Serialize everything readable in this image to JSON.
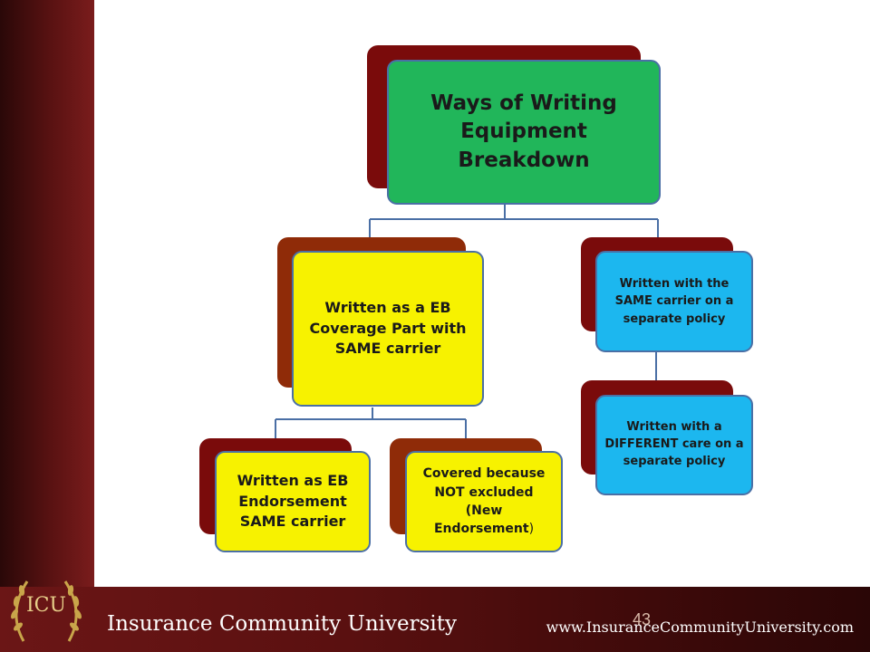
{
  "diagram": {
    "root": "Ways of Writing Equipment Breakdown",
    "left_branch": "Written as a EB Coverage Part with  SAME carrier",
    "left_child_1": "Written as EB Endorsement SAME carrier",
    "left_child_2_main": "Covered because NOT excluded (New Endorsement",
    "left_child_2_end": ")",
    "right_branch": "Written with the SAME carrier on a separate policy",
    "right_child": "Written with a DIFFERENT care on a separate policy"
  },
  "footer": {
    "left_text": "Insurance Community University",
    "right_text": "www.InsuranceCommunityUniversity.com",
    "slide_number": "43"
  },
  "logo": {
    "text": "ICU"
  },
  "colors": {
    "root": "#21b65a",
    "back_dark_red": "#7a0b0b",
    "back_brown": "#8f2b08",
    "yellow": "#f7f200",
    "blue": "#1cb7ef",
    "connector": "#4a6fa5"
  }
}
